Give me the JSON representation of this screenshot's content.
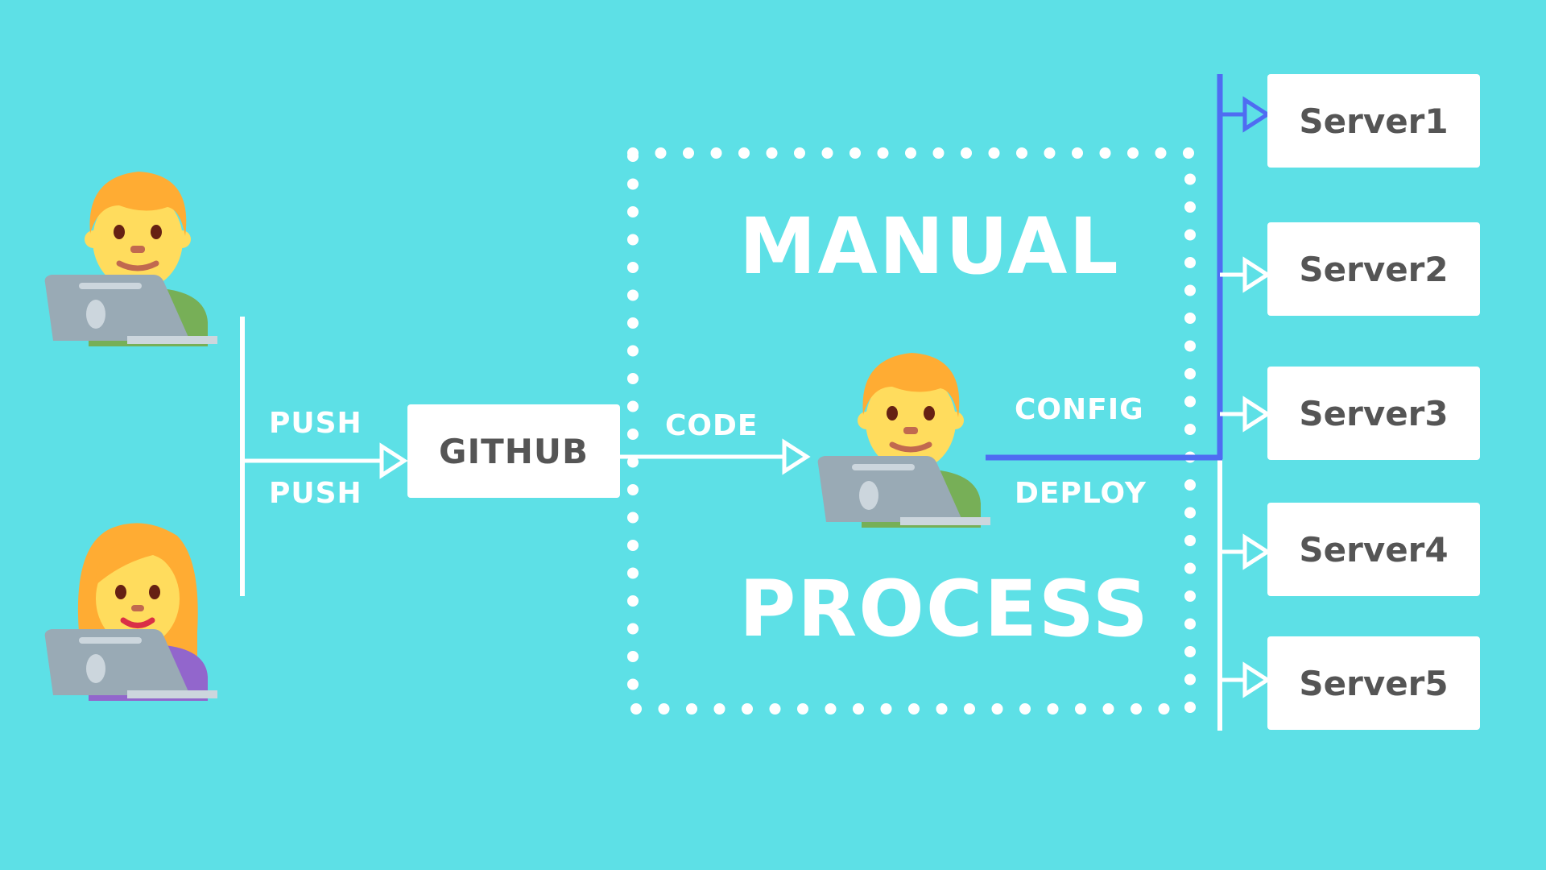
{
  "colors": {
    "background": "#5DE0E6",
    "line": "#FFFFFF",
    "highlight_line": "#4F6CF2",
    "box_text": "#555555"
  },
  "labels": {
    "push_top": "PUSH",
    "push_bottom": "PUSH",
    "code": "CODE",
    "config": "CONFIG",
    "deploy": "DEPLOY",
    "manual": "MANUAL",
    "process": "PROCESS"
  },
  "nodes": {
    "github": "GITHUB",
    "servers": [
      "Server1",
      "Server2",
      "Server3",
      "Server4",
      "Server5"
    ]
  },
  "icons": {
    "developer_top": "man-technologist-icon",
    "developer_bottom": "woman-technologist-icon",
    "operator": "man-technologist-icon"
  }
}
